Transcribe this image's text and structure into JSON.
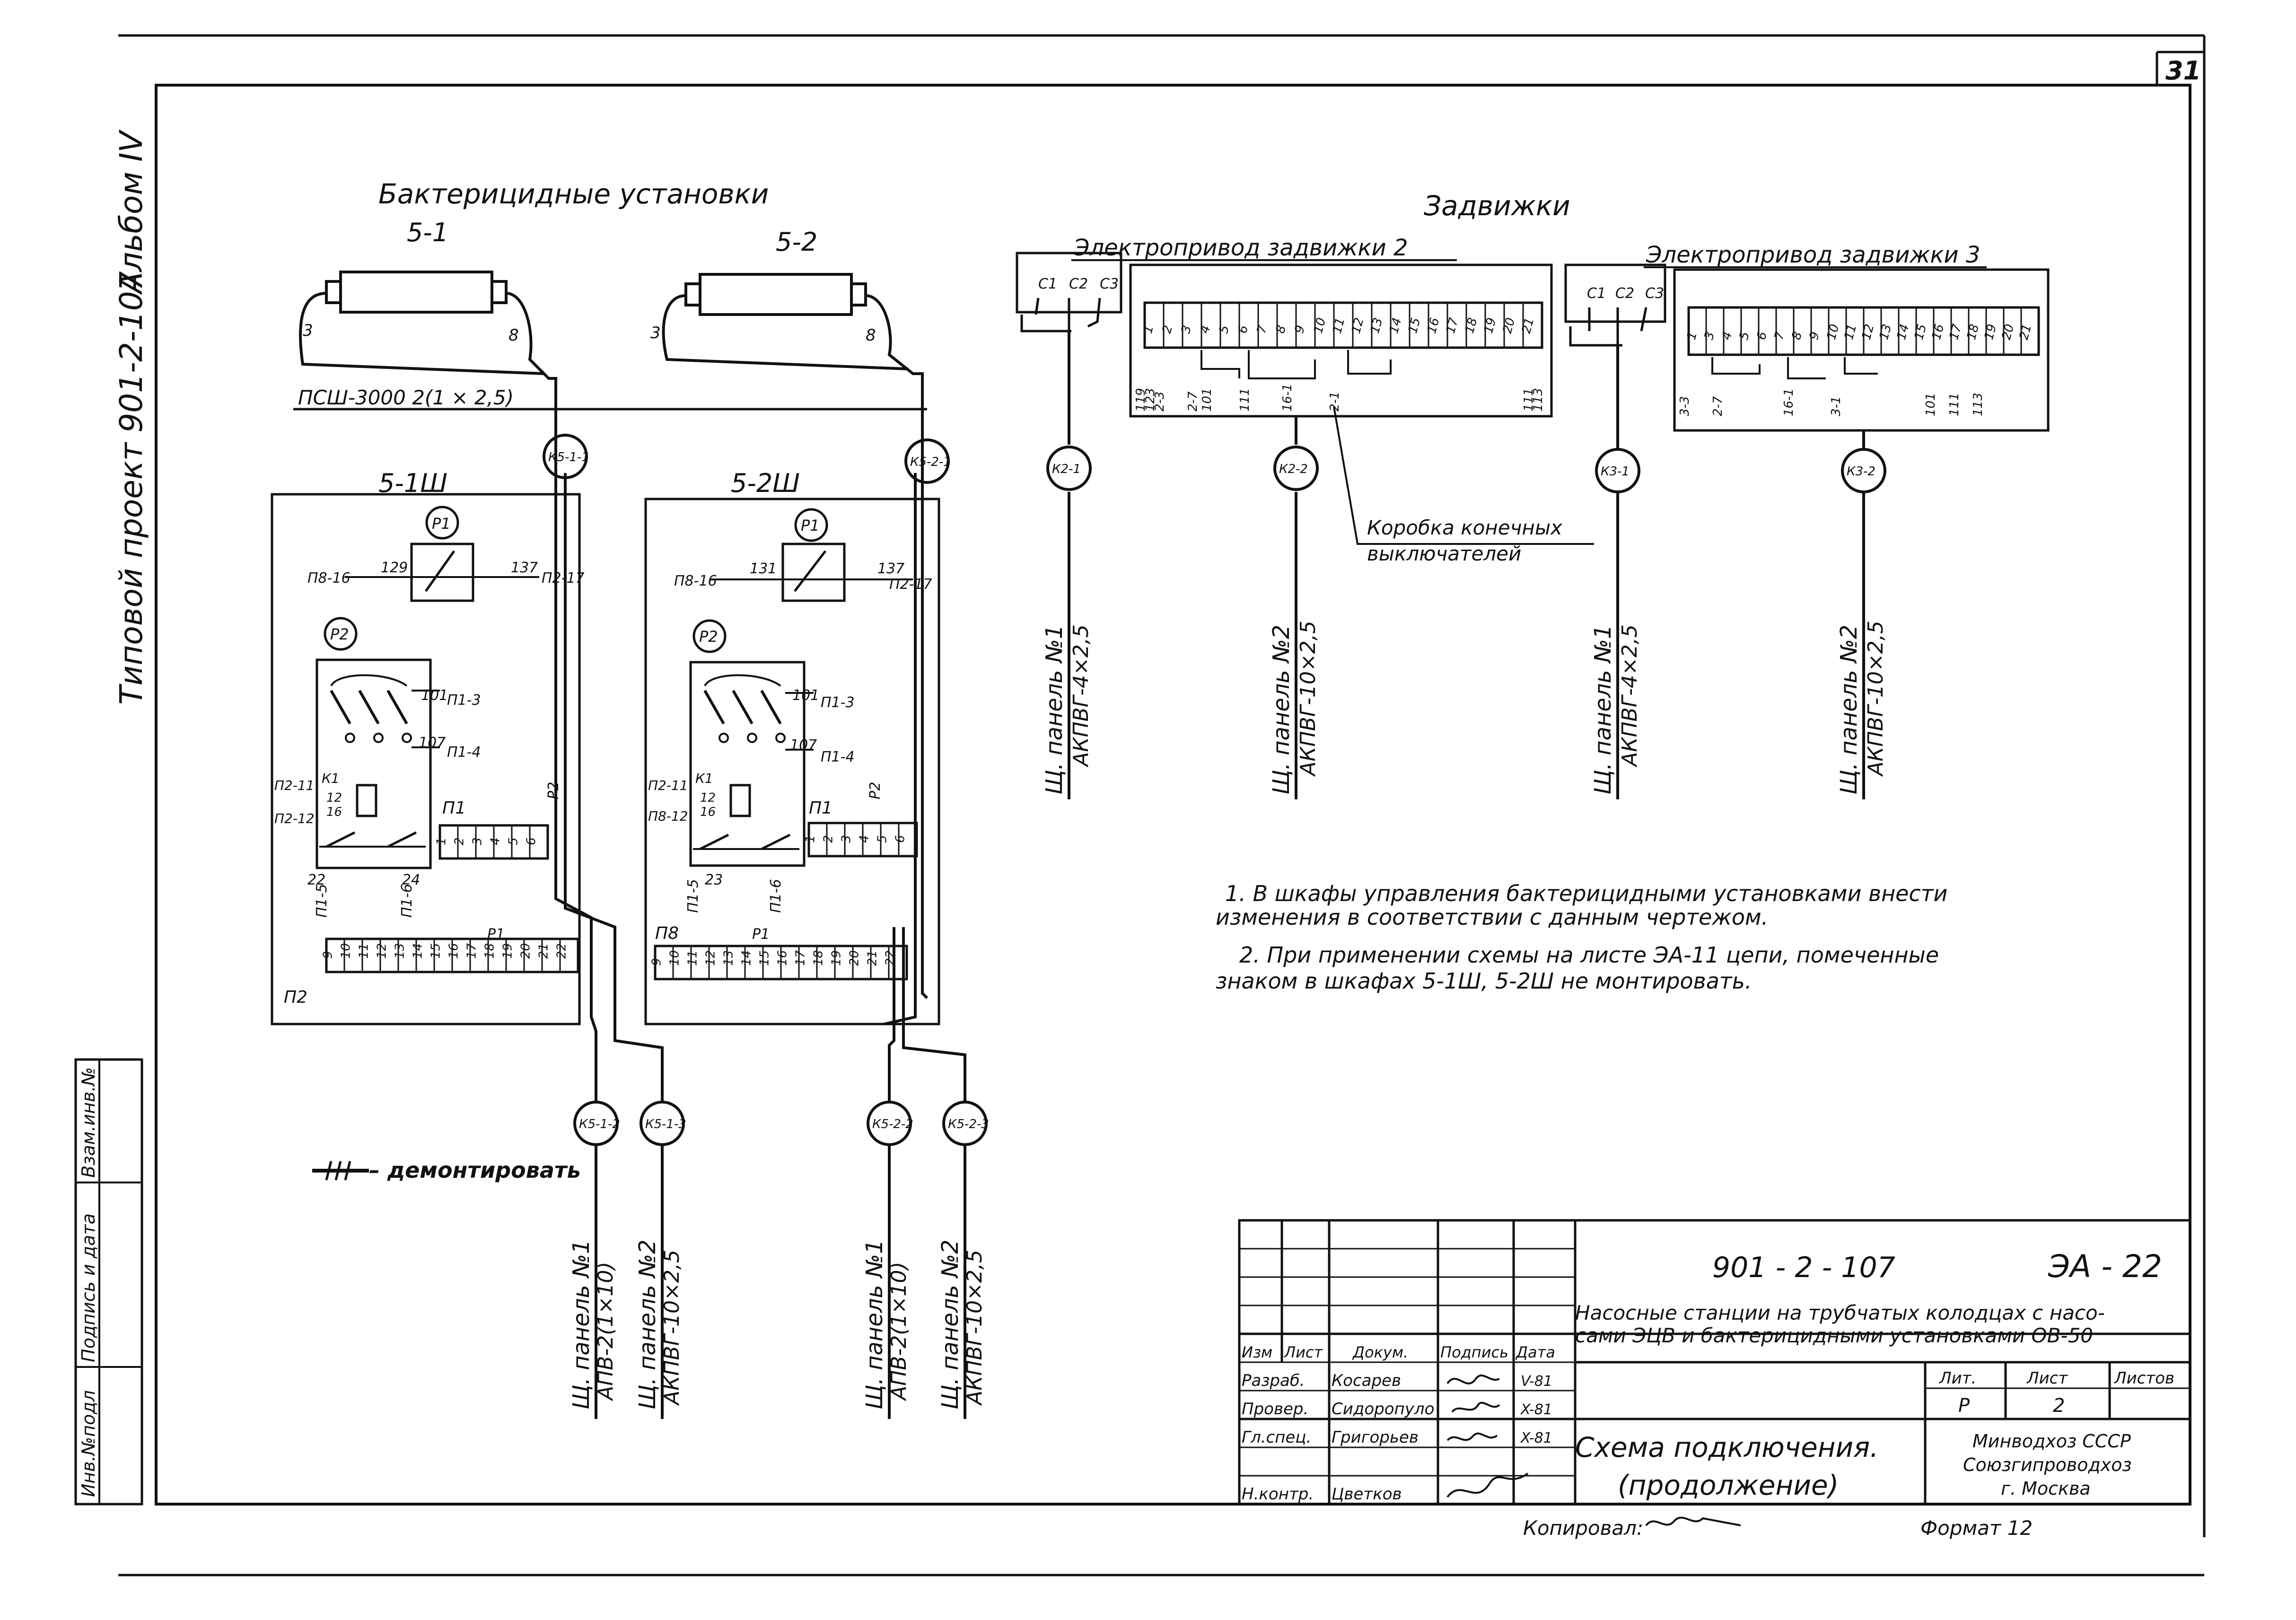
{
  "sheet": {
    "page_number": "31",
    "side_stamp": {
      "album": "Альбом IV",
      "project": "Типовой проект 901-2-107"
    },
    "left_stamp_labels": [
      "Инв.№подл",
      "Подпись и дата",
      "Взам.инв.№"
    ]
  },
  "bact": {
    "heading": "Бактерицидные установки",
    "unit1": {
      "name": "5-1",
      "wire_left": "3",
      "wire_right": "8"
    },
    "unit2": {
      "name": "5-2",
      "wire_left": "3",
      "wire_right": "8"
    },
    "cable": "ПСШ-3000 2(1 × 2,5)",
    "cab1": "5-1Ш",
    "cab2": "5-2Ш",
    "r1": "Р1",
    "r2": "Р2",
    "c1": {
      "p8_16": "П8-16",
      "n129": "129",
      "n137": "137",
      "p2_17": "П2-17",
      "n101": "101",
      "p1_3": "П1-3",
      "n107": "107",
      "p1_4": "П1-4",
      "k1": "К1",
      "p2_11": "П2-11",
      "p2_12": "П2-12",
      "n12": "12",
      "n16": "16",
      "n22": "22",
      "n24": "24",
      "p1_5": "П1-5",
      "p1_6": "П1-6",
      "p1": "П1",
      "p2": "П2",
      "r_label": "Р2",
      "p1_lbl": "Р1"
    },
    "c2": {
      "p8_16": "П8-16",
      "n131": "131",
      "n137": "137",
      "p2_17": "П2-17",
      "n101": "101",
      "p1_3": "П1-3",
      "n107": "107",
      "p1_4": "П1-4",
      "k1": "К1",
      "p2_11": "П2-11",
      "p2_12": "П8-12",
      "n12": "12",
      "n16": "16",
      "n23": "23",
      "p1_5": "П1-5",
      "p1_6": "П1-6",
      "p1": "П1",
      "p8": "П8",
      "r_label": "Р2",
      "p1_lbl": "Р1"
    },
    "terminals_p1": [
      "1",
      "2",
      "3",
      "4",
      "5",
      "6"
    ],
    "terminals_p2": [
      "9",
      "10",
      "11",
      "12",
      "13",
      "14",
      "15",
      "16",
      "17",
      "18",
      "19",
      "20",
      "21",
      "22"
    ],
    "tags": {
      "k511": "К5-1-1",
      "k521": "К5-2-1",
      "k512": "К5-1-2",
      "k513": "К5-1-3",
      "k522": "К5-2-2",
      "k523": "К5-2-3"
    },
    "drops": {
      "d1": [
        "Щ. панель №1",
        "АПВ-2(1×10)"
      ],
      "d2": [
        "Щ. панель №2",
        "АКПВГ-10×2,5"
      ],
      "d3": [
        "Щ. панель №1",
        "АПВ-2(1×10)"
      ],
      "d4": [
        "Щ. панель №2",
        "АКПВГ-10×2,5"
      ]
    },
    "legend": "– демонтировать"
  },
  "valves": {
    "heading": "Задвижки",
    "drive2": "Электропривод задвижки 2",
    "drive3": "Электропривод задвижки 3",
    "c_labels": [
      "С1",
      "С2",
      "С3"
    ],
    "strip2": [
      "1",
      "2",
      "3",
      "4",
      "5",
      "6",
      "7",
      "8",
      "9",
      "10",
      "11",
      "12",
      "13",
      "14",
      "15",
      "16",
      "17",
      "18",
      "19",
      "20",
      "21"
    ],
    "strip3": [
      "1",
      "3",
      "4",
      "5",
      "6",
      "7",
      "8",
      "9",
      "10",
      "11",
      "12",
      "13",
      "14",
      "15",
      "16",
      "17",
      "18",
      "19",
      "20",
      "21"
    ],
    "low2": [
      "119",
      "123",
      "2-3",
      "2-7",
      "101",
      "111",
      "16-1",
      "2-1",
      "111",
      "113"
    ],
    "low3": [
      "3-3",
      "2-7",
      "16-1",
      "3-1",
      "101",
      "111",
      "113"
    ],
    "tags": {
      "k21": "К2-1",
      "k22": "К2-2",
      "k31": "К3-1",
      "k32": "К3-2"
    },
    "box": [
      "Коробка конечных",
      "выключателей"
    ],
    "drops": {
      "v1": [
        "Щ. панель №1",
        "АКПВГ-4×2,5"
      ],
      "v2": [
        "Щ. панель №2",
        "АКПВГ-10×2,5"
      ],
      "v3": [
        "Щ. панель №1",
        "АКПВГ-4×2,5"
      ],
      "v4": [
        "Щ. панель №2",
        "АКПВГ-10×2,5"
      ]
    }
  },
  "notes": {
    "n1a": "1. В шкафы управления бактерицидными установками внести",
    "n1b": "изменения в соответствии с данным чертежом.",
    "n2a": "2. При применении схемы на листе ЭА-11 цепи, помеченные",
    "n2b": "знаком в шкафах 5-1Ш, 5-2Ш не монтировать."
  },
  "titleblock": {
    "code": "901 - 2 - 107",
    "sheet_code": "ЭА - 22",
    "title_line1": "Насосные станции на трубчатых колодцах с насо-",
    "title_line2": "сами ЭЦВ и бактерицидными установками ОВ-50",
    "headers": {
      "izm": "Изм",
      "list": "Лист",
      "doc": "Докум.",
      "sign": "Подпись",
      "date": "Дата"
    },
    "roles": [
      {
        "role": "Разраб.",
        "name": "Косарев",
        "sign": "",
        "date": "V-81"
      },
      {
        "role": "Провер.",
        "name": "Сидоропуло",
        "sign": "",
        "date": "X-81"
      },
      {
        "role": "Гл.спец.",
        "name": "Григорьев",
        "sign": "",
        "date": "X-81"
      },
      {
        "role": "Н.контр.",
        "name": "Цветков",
        "sign": "",
        "date": ""
      }
    ],
    "lit": "Лит.",
    "sheet": "Лист",
    "sheets": "Листов",
    "lit_val": "Р",
    "sheet_val": "2",
    "doc_title1": "Схема подключения.",
    "doc_title2": "(продолжение)",
    "org1": "Минводхоз СССР",
    "org2": "Союзгипроводхоз",
    "org3": "г. Москва"
  },
  "footer": {
    "copied": "Копировал:",
    "format": "Формат 12"
  }
}
